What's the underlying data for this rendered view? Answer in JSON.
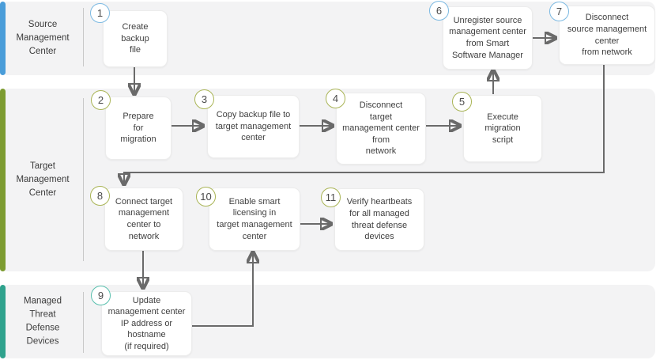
{
  "lanes": [
    {
      "label": "Source\nManagement\nCenter",
      "accent": "#4a9dd9"
    },
    {
      "label": "Target\nManagement\nCenter",
      "accent": "#7d9c31"
    },
    {
      "label": "Managed\nThreat\nDefense\nDevices",
      "accent": "#2fa28d"
    }
  ],
  "steps": [
    {
      "number": "1",
      "text": "Create\nbackup\nfile"
    },
    {
      "number": "2",
      "text": "Prepare\nfor\nmigration"
    },
    {
      "number": "3",
      "text": "Copy backup file to\ntarget management\ncenter"
    },
    {
      "number": "4",
      "text": "Disconnect\ntarget\nmanagement center\nfrom\nnetwork"
    },
    {
      "number": "5",
      "text": "Execute\nmigration\nscript"
    },
    {
      "number": "6",
      "text": "Unregister source\nmanagement center\nfrom Smart\nSoftware Manager"
    },
    {
      "number": "7",
      "text": "Disconnect\nsource management\ncenter\nfrom network"
    },
    {
      "number": "8",
      "text": "Connect target\nmanagement\ncenter to\nnetwork"
    },
    {
      "number": "9",
      "text": "Update\nmanagement center\nIP address or\nhostname\n(if required)"
    },
    {
      "number": "10",
      "text": "Enable smart\nlicensing in\ntarget management\ncenter"
    },
    {
      "number": "11",
      "text": "Verify heartbeats\nfor all managed\nthreat defense\ndevices"
    }
  ],
  "colors": {
    "lane_background": "#f3f3f4",
    "source_accent": "#4a9dd9",
    "target_accent": "#7d9c31",
    "devices_accent": "#2fa28d",
    "connector": "#6a6a6a",
    "node_background": "#ffffff"
  }
}
